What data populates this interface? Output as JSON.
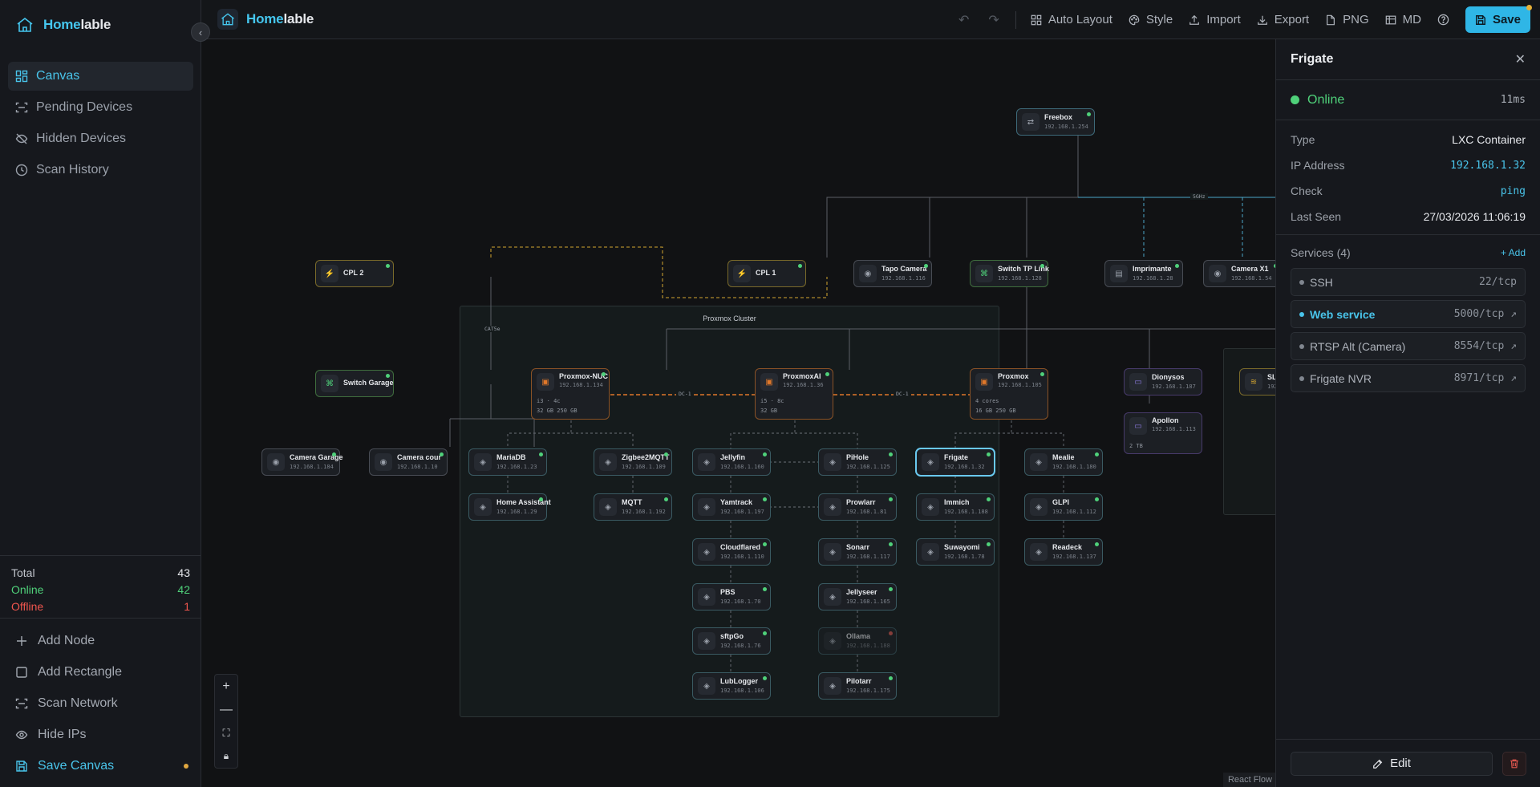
{
  "brand": {
    "part1": "Home",
    "part2": "lable"
  },
  "sidebar": {
    "nav": [
      {
        "label": "Canvas",
        "icon": "grid-icon"
      },
      {
        "label": "Pending Devices",
        "icon": "scan-icon"
      },
      {
        "label": "Hidden Devices",
        "icon": "eye-off-icon"
      },
      {
        "label": "Scan History",
        "icon": "clock-icon"
      }
    ],
    "stats": {
      "total_label": "Total",
      "total": "43",
      "online_label": "Online",
      "online": "42",
      "offline_label": "Offline",
      "offline": "1"
    },
    "actions": [
      {
        "label": "Add Node",
        "icon": "plus-icon"
      },
      {
        "label": "Add Rectangle",
        "icon": "square-icon"
      },
      {
        "label": "Scan Network",
        "icon": "scan-icon"
      },
      {
        "label": "Hide IPs",
        "icon": "eye-icon"
      },
      {
        "label": "Save Canvas",
        "icon": "save-icon"
      }
    ]
  },
  "topbar": {
    "auto_layout": "Auto Layout",
    "style": "Style",
    "import": "Import",
    "export": "Export",
    "png": "PNG",
    "md": "MD",
    "save": "Save"
  },
  "canvas": {
    "cluster_label": "Proxmox Cluster",
    "edge_labels": {
      "cat5e": "CAT5e",
      "dc1a": "DC-1",
      "dc1b": "DC-1",
      "ghz": "5GHz"
    },
    "nodes": {
      "freebox": {
        "name": "Freebox",
        "ip": "192.168.1.254"
      },
      "cpl2": {
        "name": "CPL 2",
        "ip": ""
      },
      "cpl1": {
        "name": "CPL 1",
        "ip": ""
      },
      "tapo": {
        "name": "Tapo Camera",
        "ip": "192.168.1.116"
      },
      "switchtp": {
        "name": "Switch TP Link",
        "ip": "192.168.1.128"
      },
      "imprimante": {
        "name": "Imprimante",
        "ip": "192.168.1.28"
      },
      "camerax1": {
        "name": "Camera X1",
        "ip": "192.168.1.54"
      },
      "switchgarage": {
        "name": "Switch Garage",
        "ip": ""
      },
      "cameragarage": {
        "name": "Camera Garage",
        "ip": "192.168.1.184"
      },
      "cameracour": {
        "name": "Camera cour",
        "ip": "192.168.1.10"
      },
      "pnuc": {
        "name": "Proxmox-NUC",
        "ip": "192.168.1.134",
        "spec1": "i3 · 4c",
        "spec2": "32 GB  250 GB"
      },
      "pai": {
        "name": "ProxmoxAI",
        "ip": "192.168.1.36",
        "spec1": "i5 · 8c",
        "spec2": "32 GB"
      },
      "proxmox": {
        "name": "Proxmox",
        "ip": "192.168.1.105",
        "spec1": "4 cores",
        "spec2": "16 GB  250 GB"
      },
      "dionysos": {
        "name": "Dionysos",
        "ip": "192.168.1.187"
      },
      "apollon": {
        "name": "Apollon",
        "ip": "192.168.1.113",
        "spec1": "2 TB"
      },
      "sl": {
        "name": "SL",
        "ip": "192"
      },
      "mariadb": {
        "name": "MariaDB",
        "ip": "192.168.1.23"
      },
      "zigbee": {
        "name": "Zigbee2MQTT",
        "ip": "192.168.1.109"
      },
      "ha": {
        "name": "Home Assistant",
        "ip": "192.168.1.29"
      },
      "mqtt": {
        "name": "MQTT",
        "ip": "192.168.1.192"
      },
      "jellyfin": {
        "name": "Jellyfin",
        "ip": "192.168.1.160"
      },
      "pihole": {
        "name": "PiHole",
        "ip": "192.168.1.125"
      },
      "yamtrack": {
        "name": "Yamtrack",
        "ip": "192.168.1.197"
      },
      "prowlarr": {
        "name": "Prowlarr",
        "ip": "192.168.1.81"
      },
      "cloudflared": {
        "name": "Cloudflared",
        "ip": "192.168.1.110"
      },
      "sonarr": {
        "name": "Sonarr",
        "ip": "192.168.1.117"
      },
      "pbs": {
        "name": "PBS",
        "ip": "192.168.1.70"
      },
      "jellyseer": {
        "name": "Jellyseer",
        "ip": "192.168.1.165"
      },
      "sftpgo": {
        "name": "sftpGo",
        "ip": "192.168.1.76"
      },
      "ollama": {
        "name": "Ollama",
        "ip": "192.168.1.188"
      },
      "lubelogger": {
        "name": "LubLogger",
        "ip": "192.168.1.106"
      },
      "pilotarr": {
        "name": "Pilotarr",
        "ip": "192.168.1.175"
      },
      "frigate": {
        "name": "Frigate",
        "ip": "192.168.1.32"
      },
      "mealie": {
        "name": "Mealie",
        "ip": "192.168.1.180"
      },
      "immich": {
        "name": "Immich",
        "ip": "192.168.1.188"
      },
      "glpi": {
        "name": "GLPI",
        "ip": "192.168.1.112"
      },
      "suwayomi": {
        "name": "Suwayomi",
        "ip": "192.168.1.78"
      },
      "readeck": {
        "name": "Readeck",
        "ip": "192.168.1.137"
      }
    },
    "react_flow": "React Flow"
  },
  "panel": {
    "title": "Frigate",
    "status": "Online",
    "latency": "11ms",
    "rows": [
      {
        "k": "Type",
        "v": "LXC Container"
      },
      {
        "k": "IP Address",
        "v": "192.168.1.32"
      },
      {
        "k": "Check",
        "v": "ping"
      },
      {
        "k": "Last Seen",
        "v": "27/03/2026 11:06:19"
      }
    ],
    "services_label": "Services (4)",
    "add_label": "+ Add",
    "services": [
      {
        "name": "SSH",
        "port": "22/tcp"
      },
      {
        "name": "Web service",
        "port": "5000/tcp"
      },
      {
        "name": "RTSP Alt (Camera)",
        "port": "8554/tcp"
      },
      {
        "name": "Frigate NVR",
        "port": "8971/tcp"
      }
    ],
    "edit_label": "Edit"
  },
  "colors": {
    "accent": "#2fb6e6",
    "online": "#4fd17a",
    "offline": "#f0564e",
    "hypervisor": "#e0782a"
  }
}
